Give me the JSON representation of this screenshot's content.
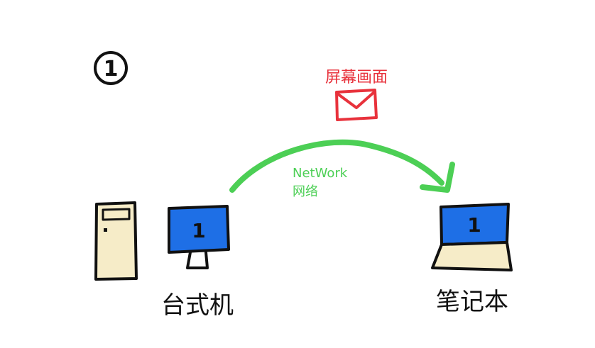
{
  "step": {
    "number": "1"
  },
  "message": {
    "label": "屏幕画面",
    "icon": "envelope-icon",
    "color": "#e8323c"
  },
  "network": {
    "label_en": "NetWork",
    "label_zh": "网络",
    "color": "#4ccf55"
  },
  "desktop": {
    "label": "台式机",
    "screen_number": "1",
    "tower_color": "#f6ecc8",
    "screen_color": "#1e6fe6"
  },
  "laptop": {
    "label": "笔记本",
    "screen_number": "1",
    "base_color": "#f6ecc8",
    "screen_color": "#1e6fe6"
  }
}
